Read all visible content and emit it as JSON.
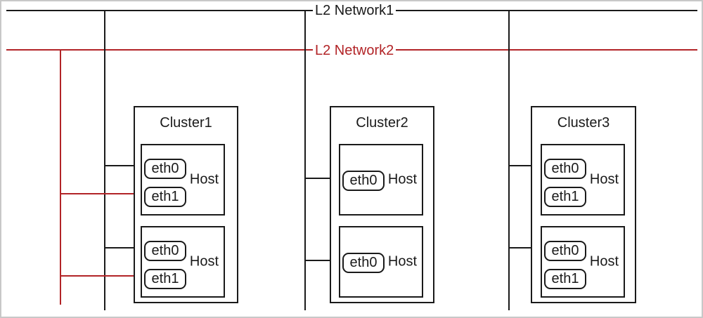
{
  "diagram_type": "network-topology",
  "colors": {
    "network1_line": "#1a1a1a",
    "network2_line": "#b22427",
    "box_border": "#1a1a1a",
    "background": "#ffffff",
    "frame_border": "#c8c8c8"
  },
  "networks": [
    {
      "label": "L2 Network1"
    },
    {
      "label": "L2 Network2"
    }
  ],
  "clusters": [
    {
      "label": "Cluster1",
      "hosts": [
        {
          "label": "Host",
          "interfaces": [
            "eth0",
            "eth1"
          ]
        },
        {
          "label": "Host",
          "interfaces": [
            "eth0",
            "eth1"
          ]
        }
      ]
    },
    {
      "label": "Cluster2",
      "hosts": [
        {
          "label": "Host",
          "interfaces": [
            "eth0"
          ]
        },
        {
          "label": "Host",
          "interfaces": [
            "eth0"
          ]
        }
      ]
    },
    {
      "label": "Cluster3",
      "hosts": [
        {
          "label": "Host",
          "interfaces": [
            "eth0",
            "eth1"
          ]
        },
        {
          "label": "Host",
          "interfaces": [
            "eth0",
            "eth1"
          ]
        }
      ]
    }
  ],
  "connections": {
    "cluster1": "eth0->L2 Network1, eth1->L2 Network2 (both hosts)",
    "cluster2": "eth0->L2 Network1 (both hosts)",
    "cluster3": "eth0->L2 Network1 (both hosts), eth1 unconnected"
  }
}
